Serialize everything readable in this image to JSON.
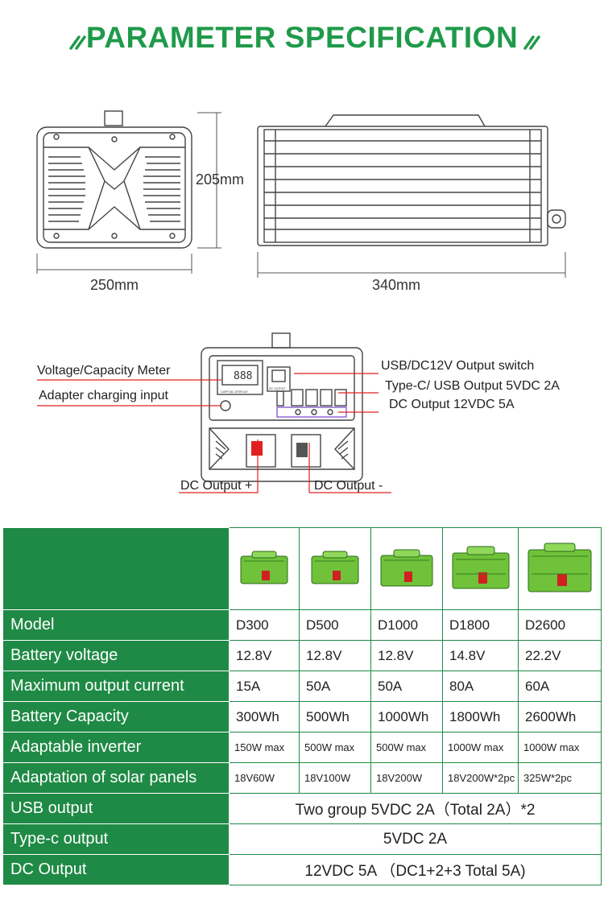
{
  "title": "PARAMETER SPECIFICATION",
  "dimensions": {
    "height": "205mm",
    "width": "250mm",
    "length": "340mm"
  },
  "callouts": {
    "voltage_meter": "Voltage/Capacity Meter",
    "adapter_input": "Adapter charging input",
    "usb_switch": "USB/DC12V Output switch",
    "typec_usb": "Type-C/ USB Output  5VDC 2A",
    "dc_output": "DC Output  12VDC  5A",
    "dc_plus": "DC Output +",
    "dc_minus": "DC Output -"
  },
  "panel_text": {
    "display": "CAPITAL DISPLAY",
    "dc_output": "DC OUTPUT",
    "digits": "888"
  },
  "table": {
    "rows": [
      {
        "label": "Model",
        "values": [
          "D300",
          "D500",
          "D1000",
          "D1800",
          "D2600"
        ]
      },
      {
        "label": "Battery voltage",
        "values": [
          "12.8V",
          "12.8V",
          "12.8V",
          "14.8V",
          "22.2V"
        ]
      },
      {
        "label": "Maximum output current",
        "values": [
          "15A",
          "50A",
          "50A",
          "80A",
          "60A"
        ]
      },
      {
        "label": "Battery Capacity",
        "values": [
          "300Wh",
          "500Wh",
          "1000Wh",
          "1800Wh",
          "2600Wh"
        ]
      },
      {
        "label": "Adaptable inverter",
        "values": [
          "150W max",
          "500W max",
          "500W max",
          "1000W max",
          "1000W max"
        ]
      },
      {
        "label": "Adaptation of solar panels",
        "values": [
          "18V60W",
          "18V100W",
          "18V200W",
          "18V200W*2pc",
          "325W*2pc"
        ]
      }
    ],
    "merged": [
      {
        "label": "USB output",
        "value": "Two group 5VDC 2A（Total 2A）*2"
      },
      {
        "label": "Type-c output",
        "value": "5VDC 2A"
      },
      {
        "label": "DC Output",
        "value": "12VDC 5A  （DC1+2+3 Total 5A)"
      }
    ]
  },
  "colors": {
    "accent": "#1f8a45",
    "title": "#1f9a4a",
    "product_green": "#6fc23a"
  }
}
